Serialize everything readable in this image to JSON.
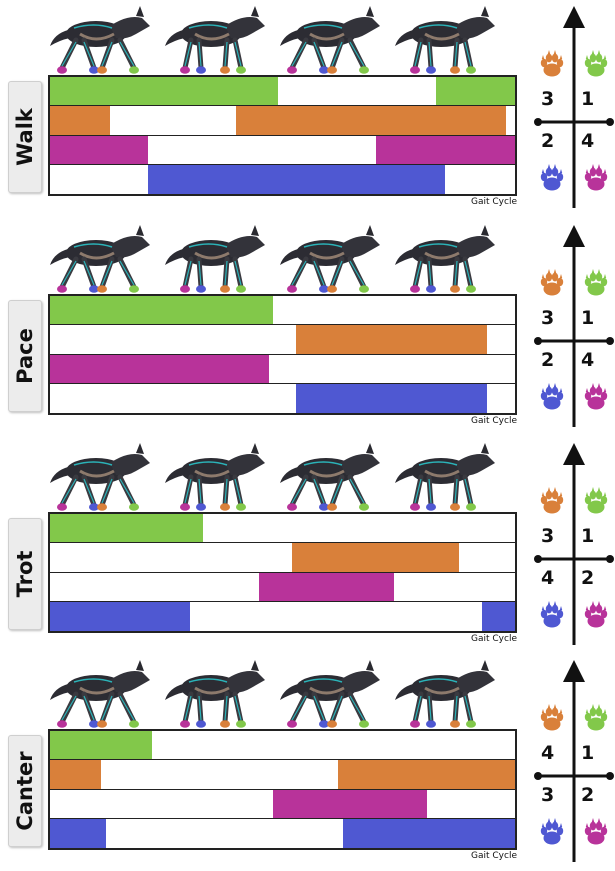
{
  "colors": {
    "green": "#82c84a",
    "orange": "#d9803a",
    "magenta": "#b8339a",
    "blue": "#4f58d2"
  },
  "gait_cycle_label": "Gait Cycle",
  "gaits": [
    {
      "name": "Walk",
      "rows": [
        {
          "color": "green",
          "segments": [
            [
              0,
              0.49
            ],
            [
              0.83,
              1.0
            ]
          ]
        },
        {
          "color": "orange",
          "segments": [
            [
              0,
              0.13
            ],
            [
              0.4,
              0.98
            ]
          ]
        },
        {
          "color": "magenta",
          "segments": [
            [
              0,
              0.21
            ],
            [
              0.7,
              1.0
            ]
          ]
        },
        {
          "color": "blue",
          "segments": [
            [
              0.21,
              0.85
            ]
          ]
        }
      ],
      "foot_numbers": {
        "top_left": "3",
        "top_right": "1",
        "bottom_left": "2",
        "bottom_right": "4"
      }
    },
    {
      "name": "Pace",
      "rows": [
        {
          "color": "green",
          "segments": [
            [
              0,
              0.48
            ]
          ]
        },
        {
          "color": "orange",
          "segments": [
            [
              0.53,
              0.94
            ]
          ]
        },
        {
          "color": "magenta",
          "segments": [
            [
              0,
              0.47
            ]
          ]
        },
        {
          "color": "blue",
          "segments": [
            [
              0.53,
              0.94
            ]
          ]
        }
      ],
      "foot_numbers": {
        "top_left": "3",
        "top_right": "1",
        "bottom_left": "2",
        "bottom_right": "4"
      }
    },
    {
      "name": "Trot",
      "rows": [
        {
          "color": "green",
          "segments": [
            [
              0,
              0.33
            ]
          ]
        },
        {
          "color": "orange",
          "segments": [
            [
              0.52,
              0.88
            ]
          ]
        },
        {
          "color": "magenta",
          "segments": [
            [
              0.45,
              0.74
            ]
          ]
        },
        {
          "color": "blue",
          "segments": [
            [
              0,
              0.3
            ],
            [
              0.93,
              1.0
            ]
          ]
        }
      ],
      "foot_numbers": {
        "top_left": "3",
        "top_right": "1",
        "bottom_left": "4",
        "bottom_right": "2"
      }
    },
    {
      "name": "Canter",
      "rows": [
        {
          "color": "green",
          "segments": [
            [
              0,
              0.22
            ]
          ]
        },
        {
          "color": "orange",
          "segments": [
            [
              0,
              0.11
            ],
            [
              0.62,
              1.0
            ]
          ]
        },
        {
          "color": "magenta",
          "segments": [
            [
              0.48,
              0.81
            ]
          ]
        },
        {
          "color": "blue",
          "segments": [
            [
              0,
              0.12
            ],
            [
              0.63,
              1.0
            ]
          ]
        }
      ],
      "foot_numbers": {
        "top_left": "4",
        "top_right": "1",
        "bottom_left": "3",
        "bottom_right": "2"
      }
    }
  ]
}
